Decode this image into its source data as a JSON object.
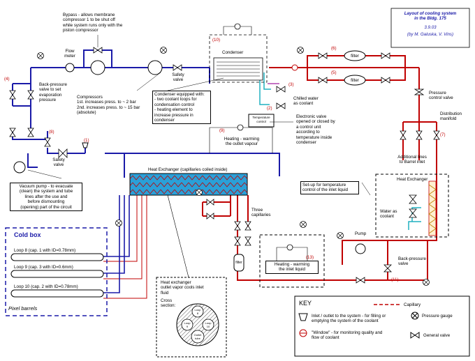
{
  "header": {
    "title": "Layout of cooling system\nin the Bldg. 175",
    "date": "3.9.03",
    "authors": "(by M. Galuska, V. Vins)"
  },
  "labels": {
    "bypass": "Bypass - allows membrane\ncompressor 1 to be shut off\nwhile system runs only with the\npiston compressor",
    "flow_meter": "Flow\nmeter",
    "safety_valve_top": "Safety\nvalve",
    "condenser": "Condenser",
    "n10": "(10)",
    "back_pressure_evap": "Back-pressure\nvalve to set\nevaporation\npressure",
    "n4": "(4)",
    "compressors": "Compressors\n1st. increases press. to ~ 2 bar\n2nd. increases press. to ~ 15 bar\n(absolute)",
    "condenser_equipped": "Condenser equipped with:\n- two coolant loops for\ncondensation control\n- heating element to\nincrease pressure in\ncondenser",
    "n3": "(3)",
    "n2": "(2)",
    "chilled_water": "Chilled water\nas coolant",
    "temp_control": "Temperature\ncontrol",
    "electronic_valve": "Electronic valve\nopened or closed by\na control unit\naccording to\ntemperature inside\ncondenser",
    "filter1": "filter",
    "filter2": "filter",
    "n5": "(5)",
    "n6": "(6)",
    "pressure_control_valve": "Pressure\ncontrol valve",
    "distribution_manifold": "Distribution\nmanifold",
    "n7": "(7)",
    "additional_lines": "Additional lines\nto Barrel inlet",
    "n8": "(8)",
    "n1": "(1)",
    "safety_valve_left": "Safety\nvalve",
    "n9": "(9)",
    "heating_outlet": "Heating - warming\nthe outlet vapour",
    "heat_exchanger_main": "Heat Exchanger  (capillaries coiled inside)",
    "vacuum_pump": "Vacuum pump - to evacuate\n(clean) the system and tube\nlines after the use and\nbefore dismounting\n(opening) part of the circuit",
    "setup_temp": "Set-up for temperature\ncontrol of the inlet liquid",
    "heat_exchanger_right": "Heat Exchanger",
    "water_coolant": "Water as\ncoolant",
    "three_capillaries": "Three\ncapillaries",
    "pump": "Pump",
    "back_pressure_valve_right": "Back-pressure\nvalve",
    "n11": "(11)",
    "filter3": "filter",
    "heating_inlet": "Heating - warming\nthe inlet liquid",
    "n13": "(13)",
    "heat_exchanger_outlet": "Heat exchanger\noutlet vapor cools inlet\nfluid",
    "cross_section": "Cross\nsection:",
    "cs_labels": [
      "Loop\n8",
      "Loop\n9",
      "Loop\n10",
      "Outlet\ntube"
    ]
  },
  "cold_box": {
    "title": "Cold box",
    "loops": [
      "Loop 8 (cap. 1 with ID=0.78mm)",
      "Loop 9 (cap. 3 with ID=0.6mm)",
      "Loop 10 (cap. 2 with ID=0.78mm)"
    ],
    "footer": "Pixel barrels"
  },
  "key": {
    "title": "KEY",
    "capillary": "Capillary",
    "inlet_outlet": "Inlet / outlet to the system - for filling or\nemptying the system of the coolant",
    "pressure_gauge": "Pressure gauge",
    "window": "\"Window\" - for monitoring quality and\nflow of coolant",
    "general_valve": "General valve"
  },
  "colors": {
    "blue_line": "#1a1aa8",
    "red_line": "#c00000",
    "cyan_line": "#20b0c0",
    "hx_fill": "#2aa0d8"
  }
}
